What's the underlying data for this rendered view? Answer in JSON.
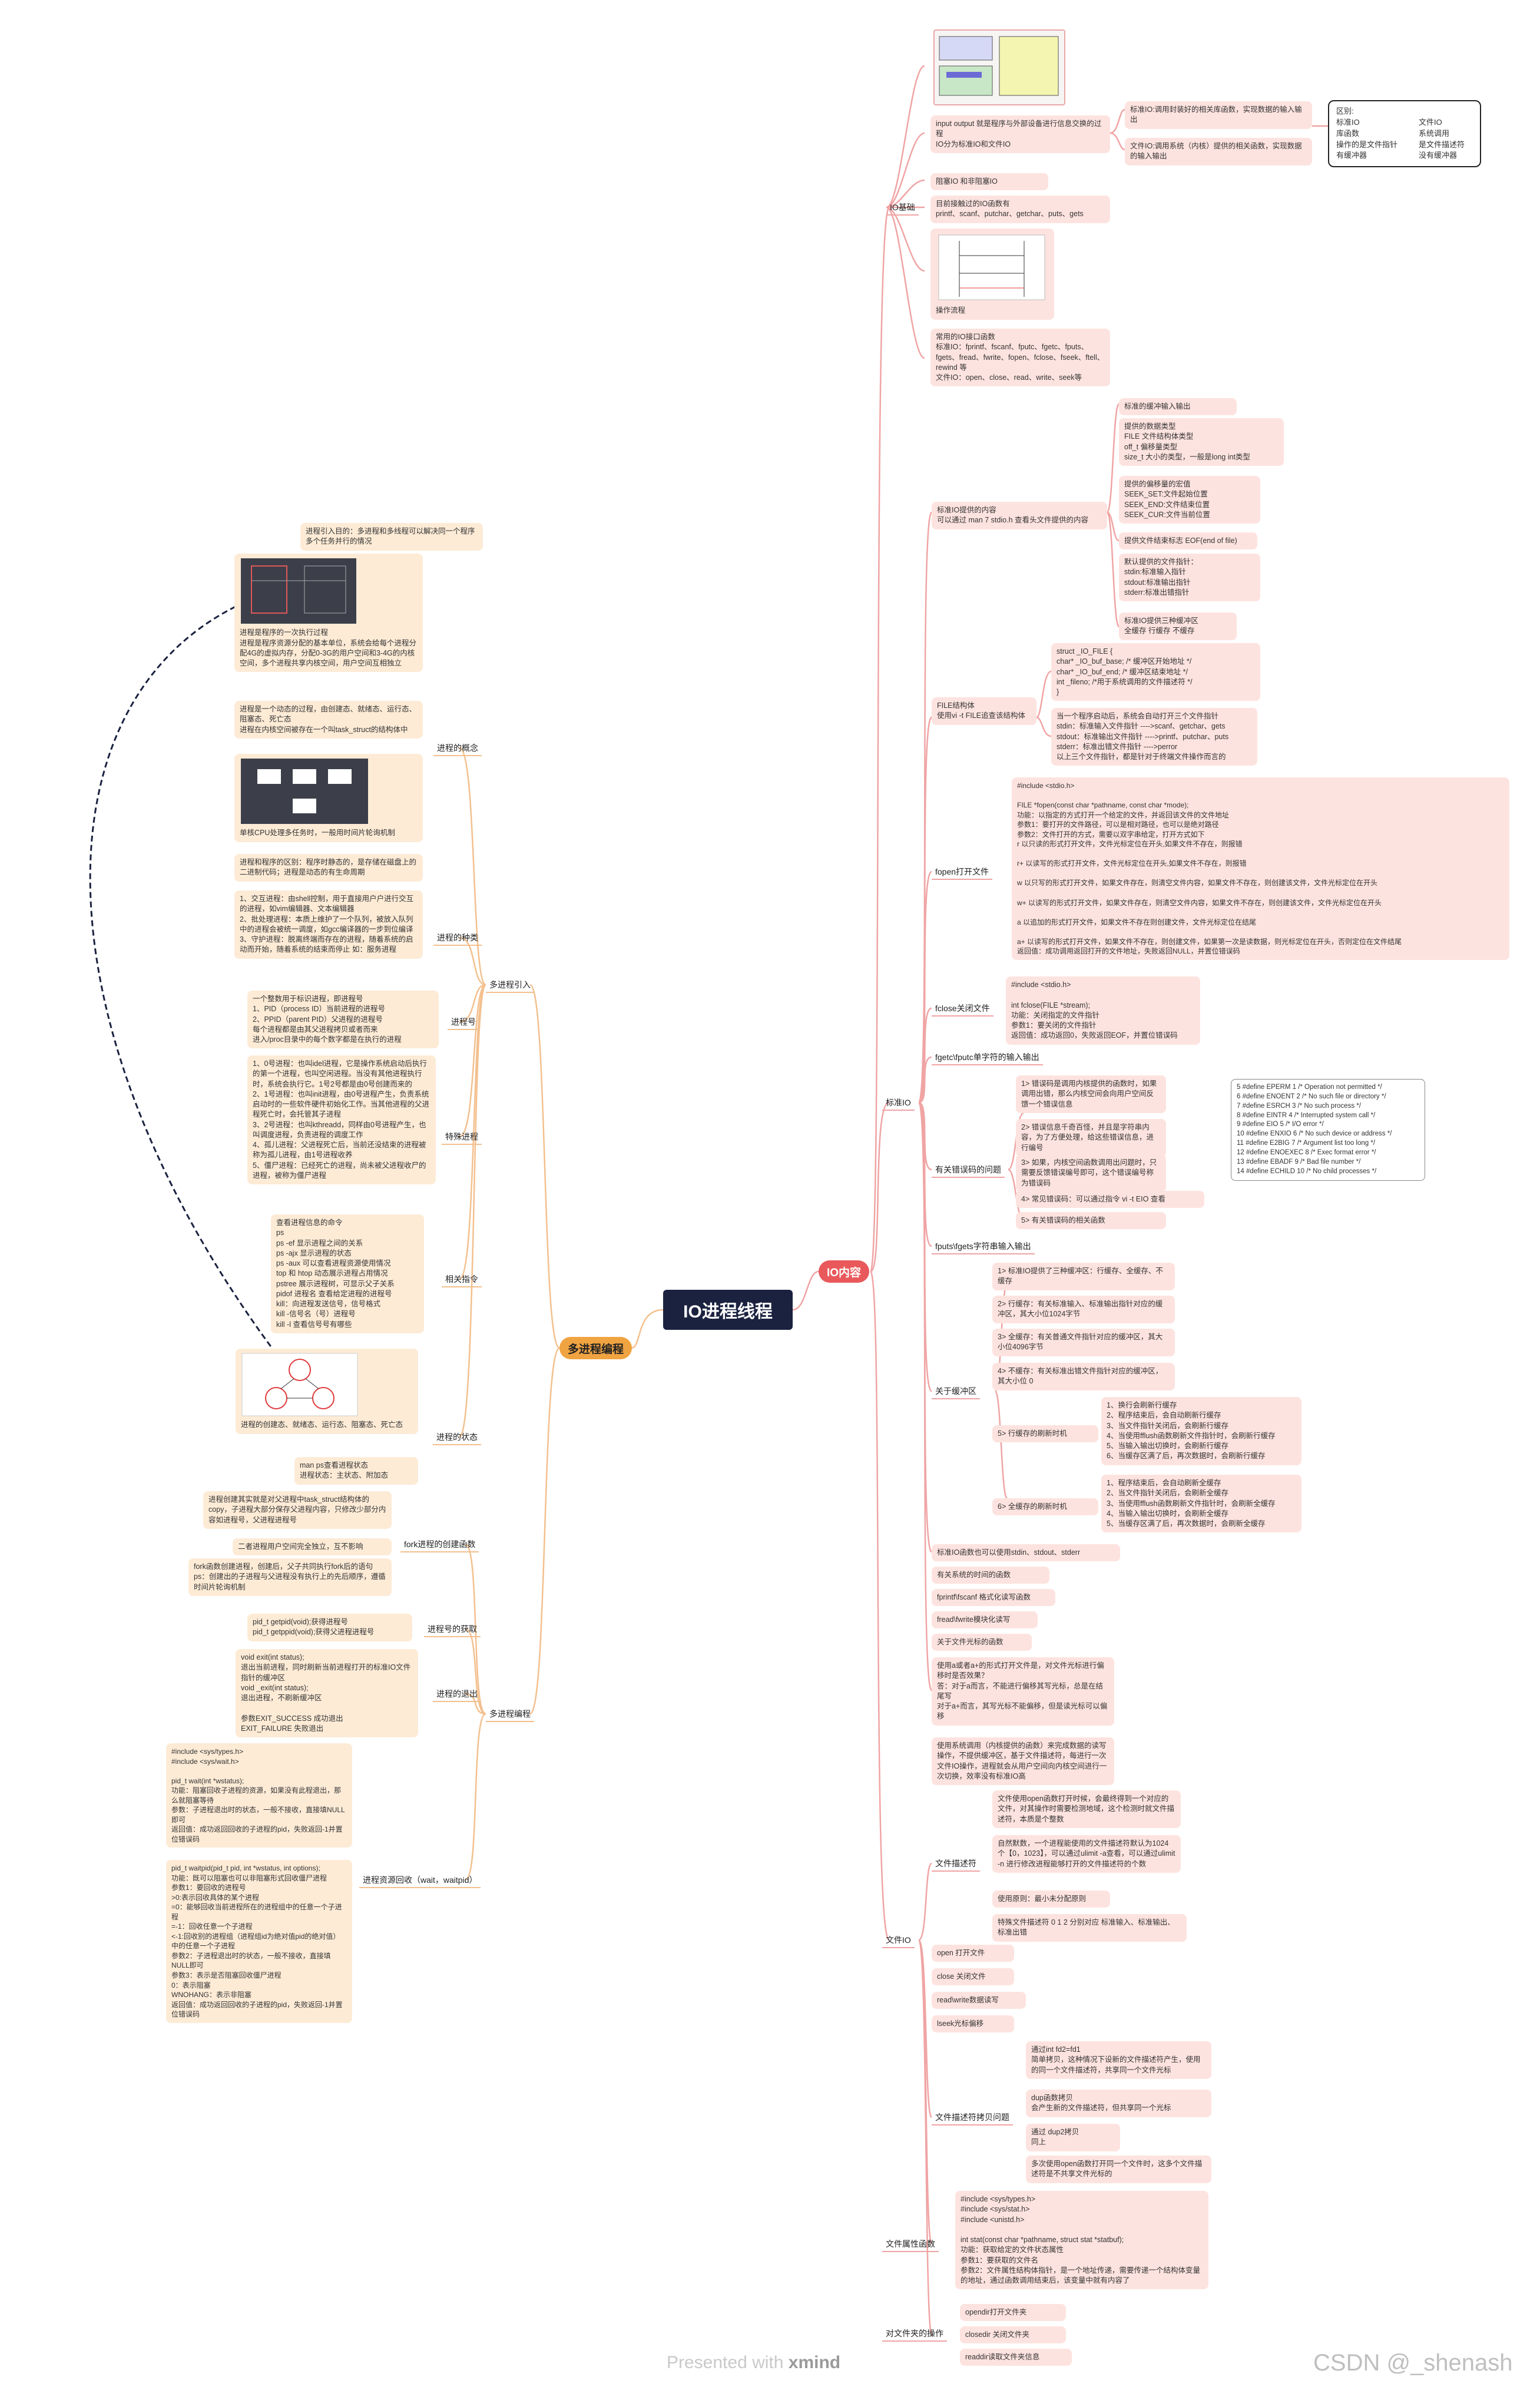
{
  "root": "IO进程线程",
  "hubs": {
    "io": "IO内容",
    "mp": "多进程编程"
  },
  "io": {
    "basics": {
      "label": "IO基础",
      "n_io": "input output 就是程序与外部设备进行信息交换的过程\nIO分为标准IO和文件IO",
      "n_std": "标准IO:调用封装好的相关库函数，实现数据的输入输出",
      "n_file": "文件IO:调用系统（内核）提供的相关函数，实现数据的输入输出",
      "note_title": "区别:",
      "note_rows": [
        [
          "标准IO",
          "文件IO"
        ],
        [
          "库函数",
          "系统调用"
        ],
        [
          "操作的是文件指针",
          "是文件描述符"
        ],
        [
          "有缓冲器",
          "没有缓冲器"
        ]
      ],
      "n_block": "阻塞IO 和非阻塞IO",
      "n_funcs": "目前接触过的IO函数有\nprintf、scanf、putchar、getchar、puts、gets",
      "n_flow": "操作流程",
      "n_common": "常用的IO接口函数\n标准IO：fprintf、fscanf、fputc、fgetc、fputs、fgets、fread、fwrite、fopen、fclose、fseek、ftell、rewind 等\n文件IO：open、close、read、write、seek等"
    },
    "stdio": {
      "label": "标准IO",
      "contents": "标准IO提供的内容\n可以通过 man 7 stdio.h 查看头文件提供的内容",
      "c1": "标准的缓冲输入输出",
      "c2": "提供的数据类型\nFILE      文件结构体类型\noff_t      偏移量类型\nsize_t      大小的类型，一般是long int类型",
      "c3": "提供的偏移量的宏值\nSEEK_SET:文件起始位置\nSEEK_END:文件结束位置\nSEEK_CUR:文件当前位置",
      "c4": "提供文件结束标志 EOF(end of file)",
      "c5": "默认提供的文件指针：\nstdin:标准输入指针\nstdout:标准输出指针\nstderr:标准出错指针",
      "c6": "标准IO提供三种缓冲区\n全缓存 行缓存 不缓存",
      "file_struct": "FILE结构体\n使用vi -t FILE追查该结构体",
      "fs1": "struct _IO_FILE {\n   char* _IO_buf_base;   /* 缓冲区开始地址 */\n   char* _IO_buf_end;   /* 缓冲区结束地址 */\n   int _fileno;     /*用于系统调用的文件描述符 */\n}",
      "fs2": "当一个程序启动后，系统会自动打开三个文件指针\nstdin：标准输入文件指针  ---->scanf、getchar、gets\nstdout：标准输出文件指针  ---->printf、putchar、puts\nstderr：标准出错文件指针  ---->perror\n以上三个文件指针，都是针对于终端文件操作而言的",
      "fopen": "fopen打开文件",
      "fopen_desc": "#include <stdio.h>\n\n   FILE *fopen(const char *pathname, const char *mode);\n功能：以指定的方式打开一个给定的文件，并返回该文件的文件地址\n参数1：要打开的文件路径，可以是相对路径，也可以是绝对路径\n参数2：文件打开的方式，需要以双字串给定，打开方式如下\n    r     以只读的形式打开文件，文件光标定位在开头,如果文件不存在，则报错\n\n    r+     以读写的形式打开文件，文件光标定位在开头,如果文件不存在，则报错\n\n    w     以只写的形式打开文件，如果文件存在，则清空文件内容，如果文件不存在，则创建该文件，文件光标定位在开头\n\n    w+     以读写的形式打开文件，如果文件存在，则清空文件内容，如果文件不存在，则创建该文件，文件光标定位在开头\n\n    a     以追加的形式打开文件，如果文件不存在则创建文件，文件光标定位在结尾\n\n    a+     以读写的形式打开文件，如果文件不存在，则创建文件，如果第一次是读数据，则光标定位在开头，否则定位在文件结尾\n返回值：成功调用返回打开的文件地址，失败返回NULL，并置位错误码",
      "fclose": "fclose关闭文件",
      "fclose_desc": "#include <stdio.h>\n\n   int fclose(FILE *stream);\n功能：关闭指定的文件指针\n参数1：要关闭的文件指针\n返回值：成功返回0，失败返回EOF，并置位错误码",
      "fgetc": "fgetc\\fputc单字符的输入输出",
      "errno": "有关错误码的问题",
      "e1": "1>   错误码是调用内核提供的函数时，如果调用出错，那么内核空间会向用户空间反馈一个错误信息",
      "e2": "2>   错误信息千奇百怪，并且是字符串内容，为了方便处理，给这些错误信息，进行编号",
      "e3": "3>   如果，内核空间函数调用出问题时，只需要反馈错误编号即可，这个错误编号称为错误码",
      "e4": "4>   常见错误码：可以通过指令 vi -t EIO 查看",
      "e5": "5>   有关错误码的相关函数",
      "errlist": "5 #define EPERM      1  /* Operation not permitted */\n  6 #define ENOENT      2  /* No such file or directory */\n  7 #define ESRCH      3  /* No such process */\n  8 #define EINTR      4  /* Interrupted system call */\n  9 #define EIO      5  /* I/O error */\n10 #define ENXIO      6  /* No such device or address */\n11 #define E2BIG      7  /* Argument list too long */\n12 #define ENOEXEC    8  /* Exec format error */\n13 #define EBADF      9  /* Bad file number */\n14 #define ECHILD     10  /* No child processes */",
      "fputs": "fputs\\fgets字符串输入输出",
      "buf": "关于缓冲区",
      "b1": "1>   标准IO提供了三种缓冲区：行缓存、全缓存、不缓存",
      "b2": "2>   行缓存：有关标准输入、标准输出指针对应的缓冲区，其大小位1024字节",
      "b3": "3>   全缓存：有关普通文件指针对应的缓冲区，其大小位4096字节",
      "b4": "4>   不缓存：有关标准出错文件指针对应的缓冲区，其大小位 0",
      "b5": "5>   行缓存的刷新时机",
      "b5d": "1、换行会刷新行缓存\n2、程序结束后，会自动刷新行缓存\n3、当文件指针关闭后，会刷新行缓存\n4、当使用fflush函数刷新文件指针时，会刷新行缓存\n5、当输入输出切换时，会刷新行缓存\n6、当缓存区满了后，再次数据时，会刷新行缓存",
      "b6": "6>   全缓存的刷新时机",
      "b6d": "1、程序结束后，会自动刷新全缓存\n2、当文件指针关闭后，会刷新全缓存\n3、当使用fflush函数刷新文件指针时，会刷新全缓存\n4、当输入输出切换时，会刷新全缓存\n5、当缓存区满了后，再次数据时，会刷新全缓存",
      "m1": "标准IO函数也可以使用stdin、stdout、stderr",
      "m2": "有关系统的时间的函数",
      "m3": "fprintf\\fscanf 格式化读写函数",
      "m4": "fread\\fwrite模块化读写",
      "m5": "关于文件光标的函数",
      "m6": "使用a或者a+的形式打开文件是，对文件光标进行偏移时是否效果？\n答：对于a而言，不能进行偏移其写光标，总是在结尾写\n   对于a+而言，其写光标不能偏移，但是读光标可以偏移"
    },
    "fileio": {
      "label": "文件IO",
      "f1": "使用系统调用（内核提供的函数）来完成数据的读写操作，不提供缓冲区，基于文件描述符，每进行一次文件IO操作，进程就会从用户空间向内核空间进行一次切换，效率没有标准IO高",
      "fd": "文件描述符",
      "fd1": "文件使用open函数打开时候，会最终得到一个对应的文件，对其操作时需要检测地域，这个检测时就文件描述符，本质是个整数",
      "fd2": "自然默数，一个进程能使用的文件描述符默认为1024个【0，1023】，可以通过ulimit -a查看，可以通过ulimit -n 进行修改进程能够打开的文件描述符的个数",
      "fd3": "使用原则：最小未分配原则",
      "fd4": "特殊文件描述符 0 1 2 分别对应 标准输入、标准输出、标准出错",
      "o1": "open 打开文件",
      "o2": "close 关闭文件",
      "o3": "read\\write数据读写",
      "o4": "lseek光标偏移",
      "cp": "文件描述符拷贝问题",
      "cp1": "通过int fd2=fd1\n简单拷贝，这种情况下设新的文件描述符产生，使用的同一个文件描述符，共享同一个文件光标",
      "cp2": "dup函数拷贝\n会产生新的文件描述符，但共享同一个光标",
      "cp3": "通过 dup2拷贝\n同上",
      "cp4": "多次使用open函数打开同一个文件时，这多个文件描述符是不共享文件光标的",
      "attr": "文件属性函数",
      "attr_d": "#include <sys/types.h>\n   #include <sys/stat.h>\n   #include <unistd.h>\n\n   int stat(const char *pathname, struct stat *statbuf);\n功能：获取给定的文件状态属性\n参数1：要获取的文件名\n参数2：文件属性结构体指针，是一个地址传递，需要传递一个结构体变量的地址，通过函数调用结束后，该变量中就有内容了",
      "dir": "对文件夹的操作",
      "d1": "opendir打开文件夹",
      "d2": "closedir 关闭文件夹",
      "d3": "readdir读取文件夹信息"
    }
  },
  "mp": {
    "intro": "多进程引入",
    "intro_top": "进程引入目的：多进程和多线程可以解决同一个程序多个任务并行的情况",
    "concept": "进程的概念",
    "c1": "进程是程序的一次执行过程\n进程是程序资源分配的基本单位，系统会给每个进程分配4G的虚拟内存，分配0-3G的用户空间和3-4G的内核空间，多个进程共享内核空间，用户空间互相独立",
    "c2": "进程是一个动态的过程，由创建态、就绪态、运行态、阻塞态、死亡态\n进程在内核空间被存在一个叫task_struct的结构体中",
    "c3": "单核CPU处理多任务时，一般用时间片轮询机制",
    "c4": "进程和程序的区别：程序时静态的，是存储在磁盘上的二进制代码；进程是动态的有生命周期",
    "kinds": "进程的种类",
    "k1": "1、交互进程：由shell控制，用于直接用户户进行交互的进程，如vim编辑器、文本编辑器\n2、批处理进程：本质上维护了一个队列，被放入队列中的进程会被统一调度，如gcc编译器的一步到位编译\n3、守护进程：脱离终端而存在的进程，随着系统的启动而开始，随着系统的结束而停止 如：服务进程",
    "pid": "进程号",
    "pid_d": "一个整数用于标识进程，即进程号\n1、PID（process ID）当前进程的进程号\n2、PPID（parent PID）父进程的进程号\n每个进程都是由其父进程拷贝或者而来\n进入/proc目录中的每个数字都是在执行的进程",
    "special": "特殊进程",
    "sp_d": "1、0号进程：也叫idel进程，它是操作系统启动后执行的第一个进程，也叫空闲进程。当没有其他进程执行时，系统会执行它。1号2号都是由0号创建而来的\n2、1号进程：也叫init进程，由0号进程产生，负责系统启动时的一些软件硬件初始化工作。当其他进程的父进程死亡时，会托管其子进程\n3、2号进程：也叫kthreadd，同样由0号进程产生，也叫调度进程，负责进程的调度工作\n4、孤儿进程：父进程死亡后，当前还没结束的进程被称为孤儿进程，由1号进程收养\n5、僵尸进程：已经死亡的进程，尚未被父进程收尸的进程，被称为僵尸进程",
    "cmds": "相关指令",
    "cmd_d": "查看进程信息的命令\nps\nps -ef 显示进程之间的关系\nps -ajx 显示进程的状态\nps -aux 可以查看进程资源使用情况\ntop 和 htop 动态展示进程占用情况\npstree 展示进程树，可显示父子关系\npidof 进程名 查看给定进程的进程号\nkill：向进程发送信号，信号格式\nkill -信号名（号）进程号\nkill -l 查看信号号有哪些",
    "state": "进程的状态",
    "st1": "进程的创建态、就绪态、运行态、阻塞态、死亡态",
    "st2": "man ps查看进程状态\n进程状态：主状态、附加态",
    "prog": "多进程编程",
    "fork": "fork进程的创建函数",
    "fk1": "进程创建其实就是对父进程中task_struct结构体的copy，子进程大部分保存父进程内容，只修改少部分内容如进程号，父进程进程号",
    "fk2": "二者进程用户空间完全独立，互不影响",
    "fk3": "fork函数创建进程，创建后，父子共同执行fork后的语句\nps：创建出的子进程与父进程没有执行上的先后顺序，遵循时间片轮询机制",
    "getpid": "进程号的获取",
    "gp": "pid_t getpid(void);获得进程号\npid_t getppid(void);获得父进程进程号",
    "exit": "进程的退出",
    "ex": "void exit(int status);\n退出当前进程，同时刷新当前进程打开的标准IO文件指针的缓冲区\nvoid _exit(int status);\n退出进程，不刷新缓冲区\n\n参数EXIT_SUCCESS 成功退出\n    EXIT_FAILURE   失败退出",
    "wait": "进程资源回收（wait，waitpid）",
    "w1": "#include <sys/types.h>\n   #include <sys/wait.h>\n\n   pid_t wait(int *wstatus);\n   功能：阻塞回收子进程的资源，如果没有此程退出，那么就阻塞等待\n   参数：子进程退出时的状态，一般不接收，直接填NULL即可\n   返回值：成功返回回收的子进程的pid，失败返回-1并置位错误码",
    "w2": "pid_t waitpid(pid_t pid, int *wstatus, int options);\n   功能：既可以阻塞也可以非阻塞形式回收僵尸进程\n   参数1：要回收的进程号\n      >0:表示回收具体的某个进程\n      =0：能够回收当前进程所在的进程组中的任意一个子进程\n      =-1：回收任意一个子进程\n      <-1:回收别的进程组（进程组id为绝对值pid的绝对值）中的任意一个子进程\n   参数2：子进程退出时的状态，一般不接收，直接填NULL即可\n   参数3：表示是否阻塞回收僵尸进程\n      0：表示阻塞\n      WNOHANG：表示非阻塞\n   返回值：成功返回回收的子进程的pid，失败返回-1并置位错误码"
  },
  "footer": {
    "prefix": "Presented with ",
    "brand": "xmind"
  },
  "watermark": "CSDN @_shenash"
}
